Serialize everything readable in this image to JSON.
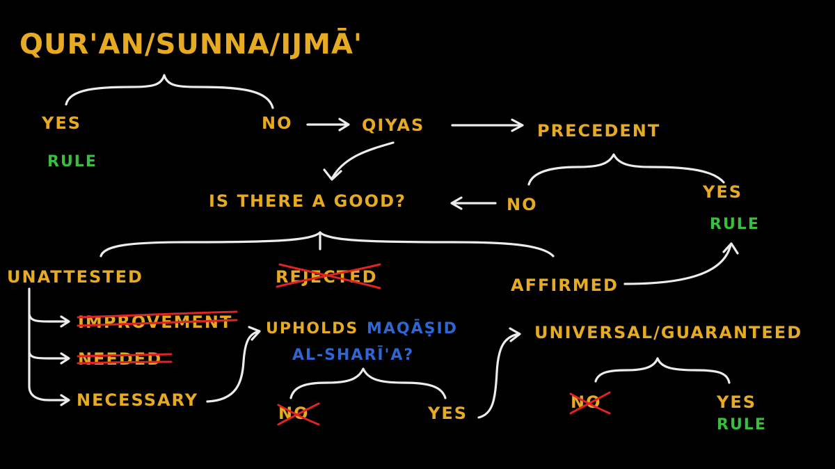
{
  "title": "QUR'AN/SUNNA/IJMĀ'",
  "nodes": {
    "yes1": "YES",
    "rule1": "RULE",
    "no1": "NO",
    "qiyas": "QIYAS",
    "precedent": "PRECEDENT",
    "good": "IS THERE A GOOD?",
    "no2": "NO",
    "yes2": "YES",
    "rule2": "RULE",
    "unattested": "UNATTESTED",
    "rejected": "REJECTED",
    "affirmed": "AFFIRMED",
    "improvement": "IMPROVEMENT",
    "needed": "NEEDED",
    "necessary": "NECESSARY",
    "upholds": "UPHOLDS",
    "maqasid": "MAQĀṢID",
    "sharia": "AL-SHARĪ'A?",
    "no3": "NO",
    "yes3": "YES",
    "universal": "UNIVERSAL/GUARANTEED",
    "no4": "NO",
    "yes4": "YES",
    "rule3": "RULE"
  },
  "colors": {
    "background": "#000000",
    "chalk_yellow": "#e6ab22",
    "chalk_green": "#3bbd3e",
    "chalk_blue": "#2f66d4",
    "chalk_white": "#ececec",
    "strike_red": "#e02424"
  }
}
